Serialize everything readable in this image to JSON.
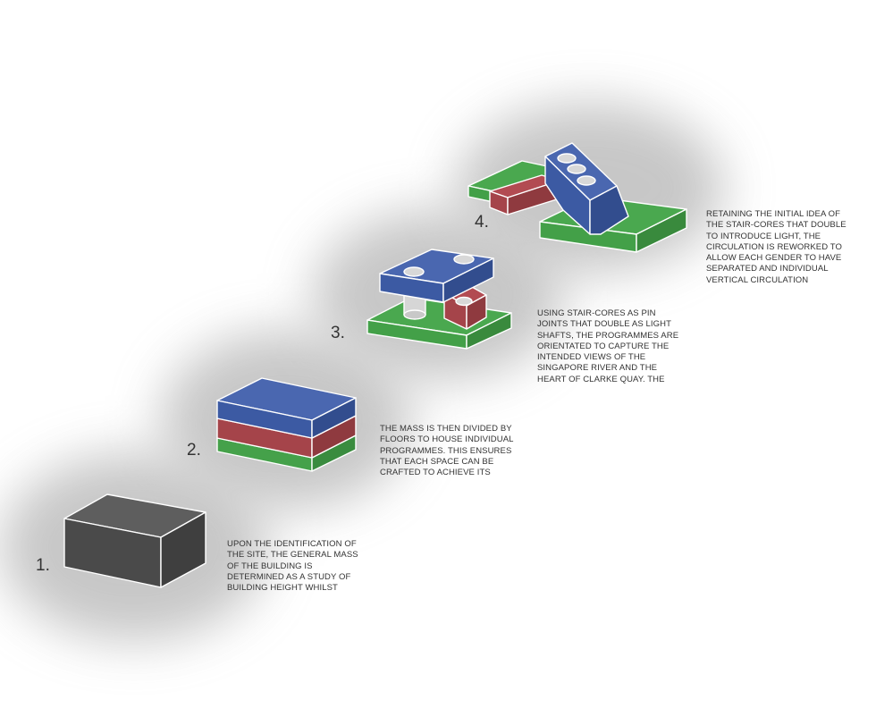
{
  "colors": {
    "base_gray": "#4d4d4d",
    "blue": "#3f5da6",
    "red": "#a64045",
    "green": "#46a44b",
    "edge": "#ffffff",
    "text": "#333333"
  },
  "steps": [
    {
      "number": "1.",
      "lines": [
        "UPON THE IDENTIFICATION OF",
        "THE SITE, THE GENERAL MASS",
        "OF THE BUILDING IS",
        "DETERMINED AS A STUDY OF",
        "BUILDING HEIGHT WHILST"
      ]
    },
    {
      "number": "2.",
      "lines": [
        "THE MASS IS THEN DIVIDED BY",
        "FLOORS TO HOUSE INDIVIDUAL",
        "PROGRAMMES. THIS ENSURES",
        "THAT EACH SPACE CAN BE",
        "CRAFTED TO ACHIEVE ITS"
      ]
    },
    {
      "number": "3.",
      "lines": [
        "USING STAIR-CORES AS PIN",
        "JOINTS THAT DOUBLE AS LIGHT",
        "SHAFTS, THE PROGRAMMES ARE",
        "ORIENTATED TO CAPTURE THE",
        "INTENDED VIEWS OF THE",
        "SINGAPORE RIVER AND THE",
        "HEART OF CLARKE QUAY. THE"
      ]
    },
    {
      "number": "4.",
      "lines": [
        "RETAINING THE INITIAL IDEA OF",
        "THE STAIR-CORES THAT DOUBLE",
        "TO INTRODUCE LIGHT, THE",
        "CIRCULATION IS REWORKED TO",
        "ALLOW EACH GENDER TO HAVE",
        "SEPARATED AND INDIVIDUAL",
        "VERTICAL CIRCULATION"
      ]
    }
  ]
}
